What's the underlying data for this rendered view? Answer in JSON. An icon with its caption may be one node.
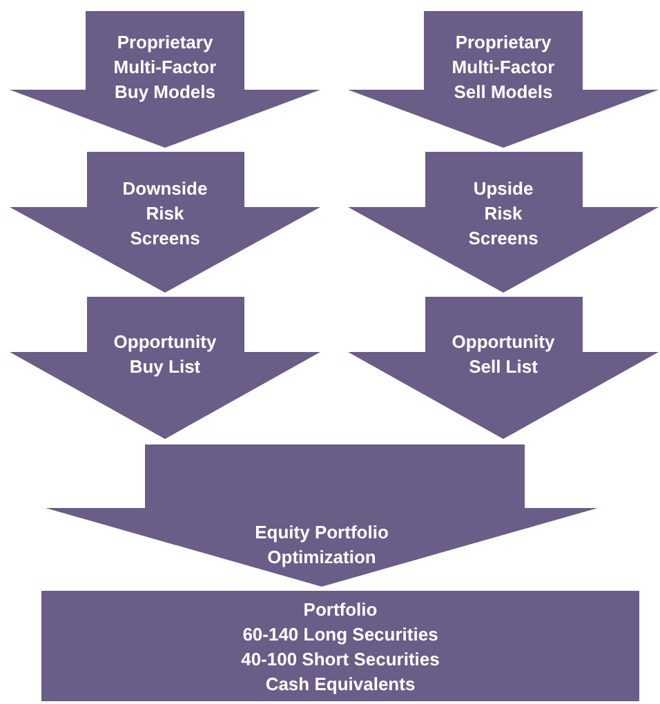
{
  "diagram": {
    "nodes": [
      {
        "text": [
          "Proprietary Multi-Factor Buy Models"
        ]
      },
      {
        "text": [
          "Proprietary Multi-Factor Sell Models"
        ]
      },
      {
        "text": [
          "Downside Risk Screens"
        ]
      },
      {
        "text": [
          "Upside Risk Screens"
        ]
      },
      {
        "text": [
          "Opportunity Buy List"
        ]
      },
      {
        "text": [
          "Opportunity Sell List"
        ]
      },
      {
        "text": [
          "Equity Portfolio Optimization"
        ]
      },
      {
        "text": [
          "Portfolio",
          "60-140 Long Securities",
          "40-100 Short Securities",
          "Cash Equivalents"
        ]
      }
    ]
  }
}
